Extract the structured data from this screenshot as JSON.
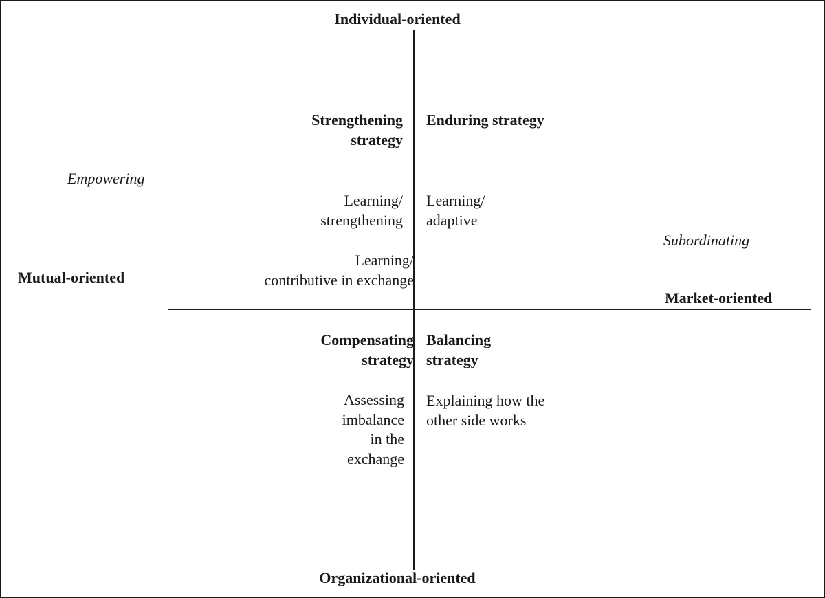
{
  "axes": {
    "top": "Individual-oriented",
    "bottom": "Organizational-oriented",
    "left": "Mutual-oriented",
    "right": "Market-oriented"
  },
  "diagonal_labels": {
    "upper_left": "Empowering",
    "lower_right": "Subordinating"
  },
  "quadrants": {
    "upper_left": {
      "title": [
        "Strengthening",
        "strategy"
      ],
      "item1": [
        "Learning/",
        "strengthening"
      ],
      "item2": [
        "Learning/",
        "contributive in exchange"
      ]
    },
    "upper_right": {
      "title": [
        "Enduring strategy"
      ],
      "item1": [
        "Learning/",
        "adaptive"
      ]
    },
    "lower_left": {
      "title": [
        "Compensating",
        "strategy"
      ],
      "item1": [
        "Assessing",
        "imbalance",
        "in the",
        "exchange"
      ]
    },
    "lower_right": {
      "title": [
        "Balancing",
        "strategy"
      ],
      "item1": [
        "Explaining how the",
        "other side works"
      ]
    }
  },
  "colors": {
    "line": "#1a1a1a",
    "text": "#1a1a1a",
    "background": "#ffffff"
  }
}
